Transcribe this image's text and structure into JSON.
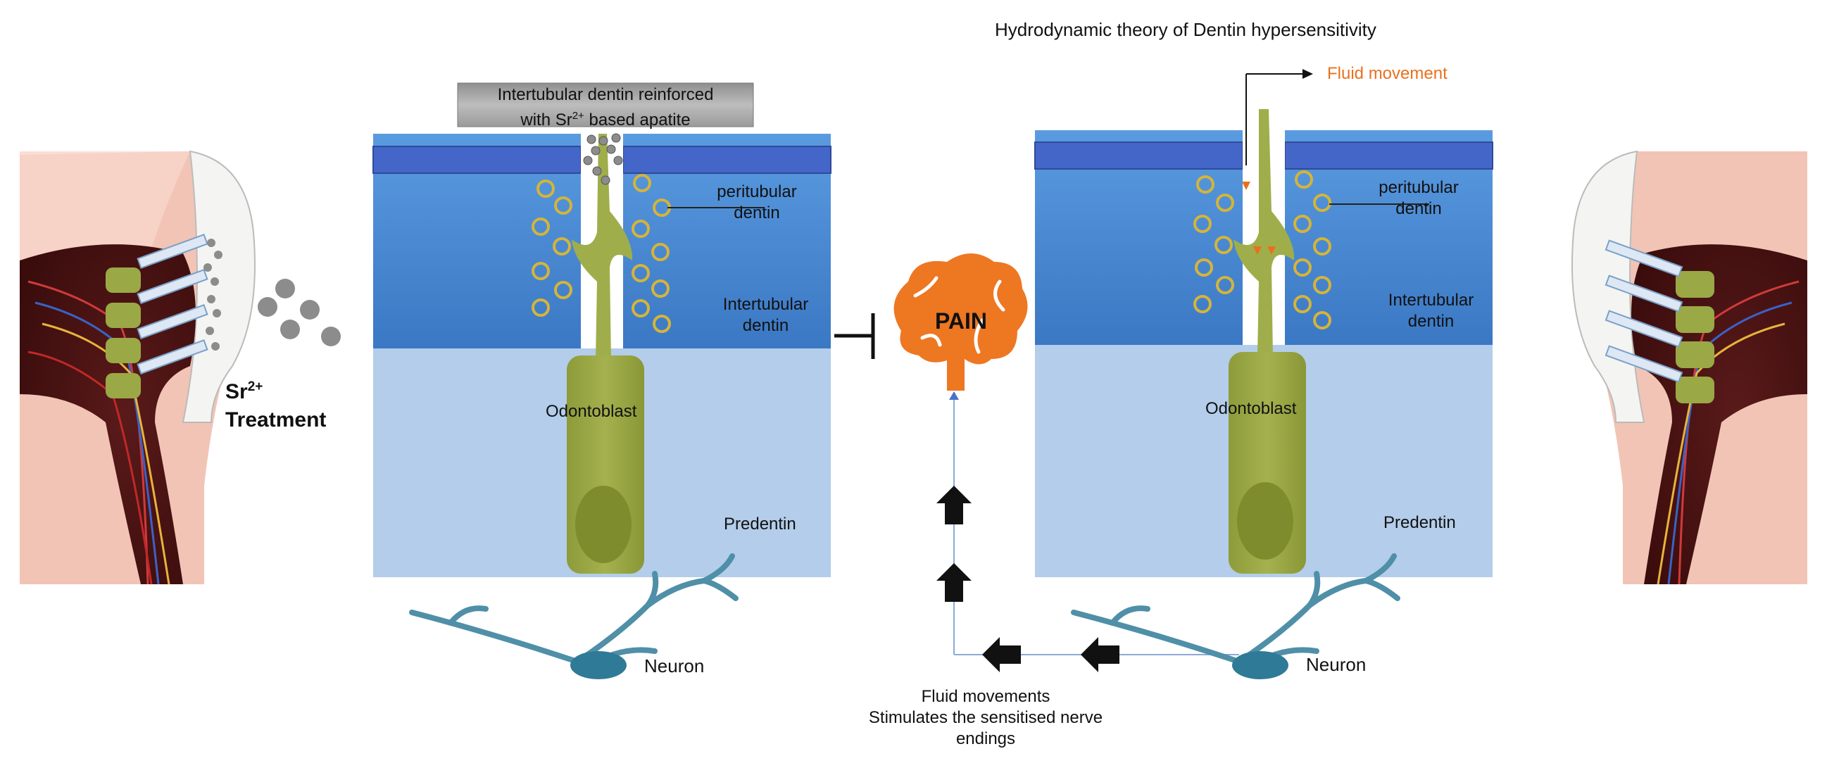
{
  "title": "Hydrodynamic theory of Dentin hypersensitivity",
  "fluid_movement": "Fluid movement",
  "reinforced_banner": {
    "line1": "Intertubular dentin reinforced",
    "line2_pre": "with Sr",
    "line2_sup": "2+",
    "line2_post": " based apatite"
  },
  "treatment": {
    "ion": "Sr",
    "ion_sup": "2+",
    "word": "Treatment"
  },
  "left_panel": {
    "peritubular_1": "peritubular",
    "peritubular_2": "dentin",
    "intertubular_1": "Intertubular",
    "intertubular_2": "dentin",
    "odontoblast": "Odontoblast",
    "predentin": "Predentin",
    "neuron": "Neuron"
  },
  "right_panel": {
    "peritubular_1": "peritubular",
    "peritubular_2": "dentin",
    "intertubular_1": "Intertubular",
    "intertubular_2": "dentin",
    "odontoblast": "Odontoblast",
    "predentin": "Predentin",
    "neuron": "Neuron"
  },
  "pain": "PAIN",
  "caption": {
    "line1": "Fluid movements",
    "line2": "Stimulates the sensitised nerve",
    "line3": "endings"
  },
  "colors": {
    "enamel": "#4466c8",
    "dentin_top": "#4d8fd8",
    "dentin_bottom": "#3f7cc8",
    "predentin": "#b3cdea",
    "odontoblast": "#9ba844",
    "brain": "#ee7722",
    "neuron": "#4f8fa8",
    "fluid": "#e8711f",
    "tubule_ring": "#d4b43a"
  }
}
